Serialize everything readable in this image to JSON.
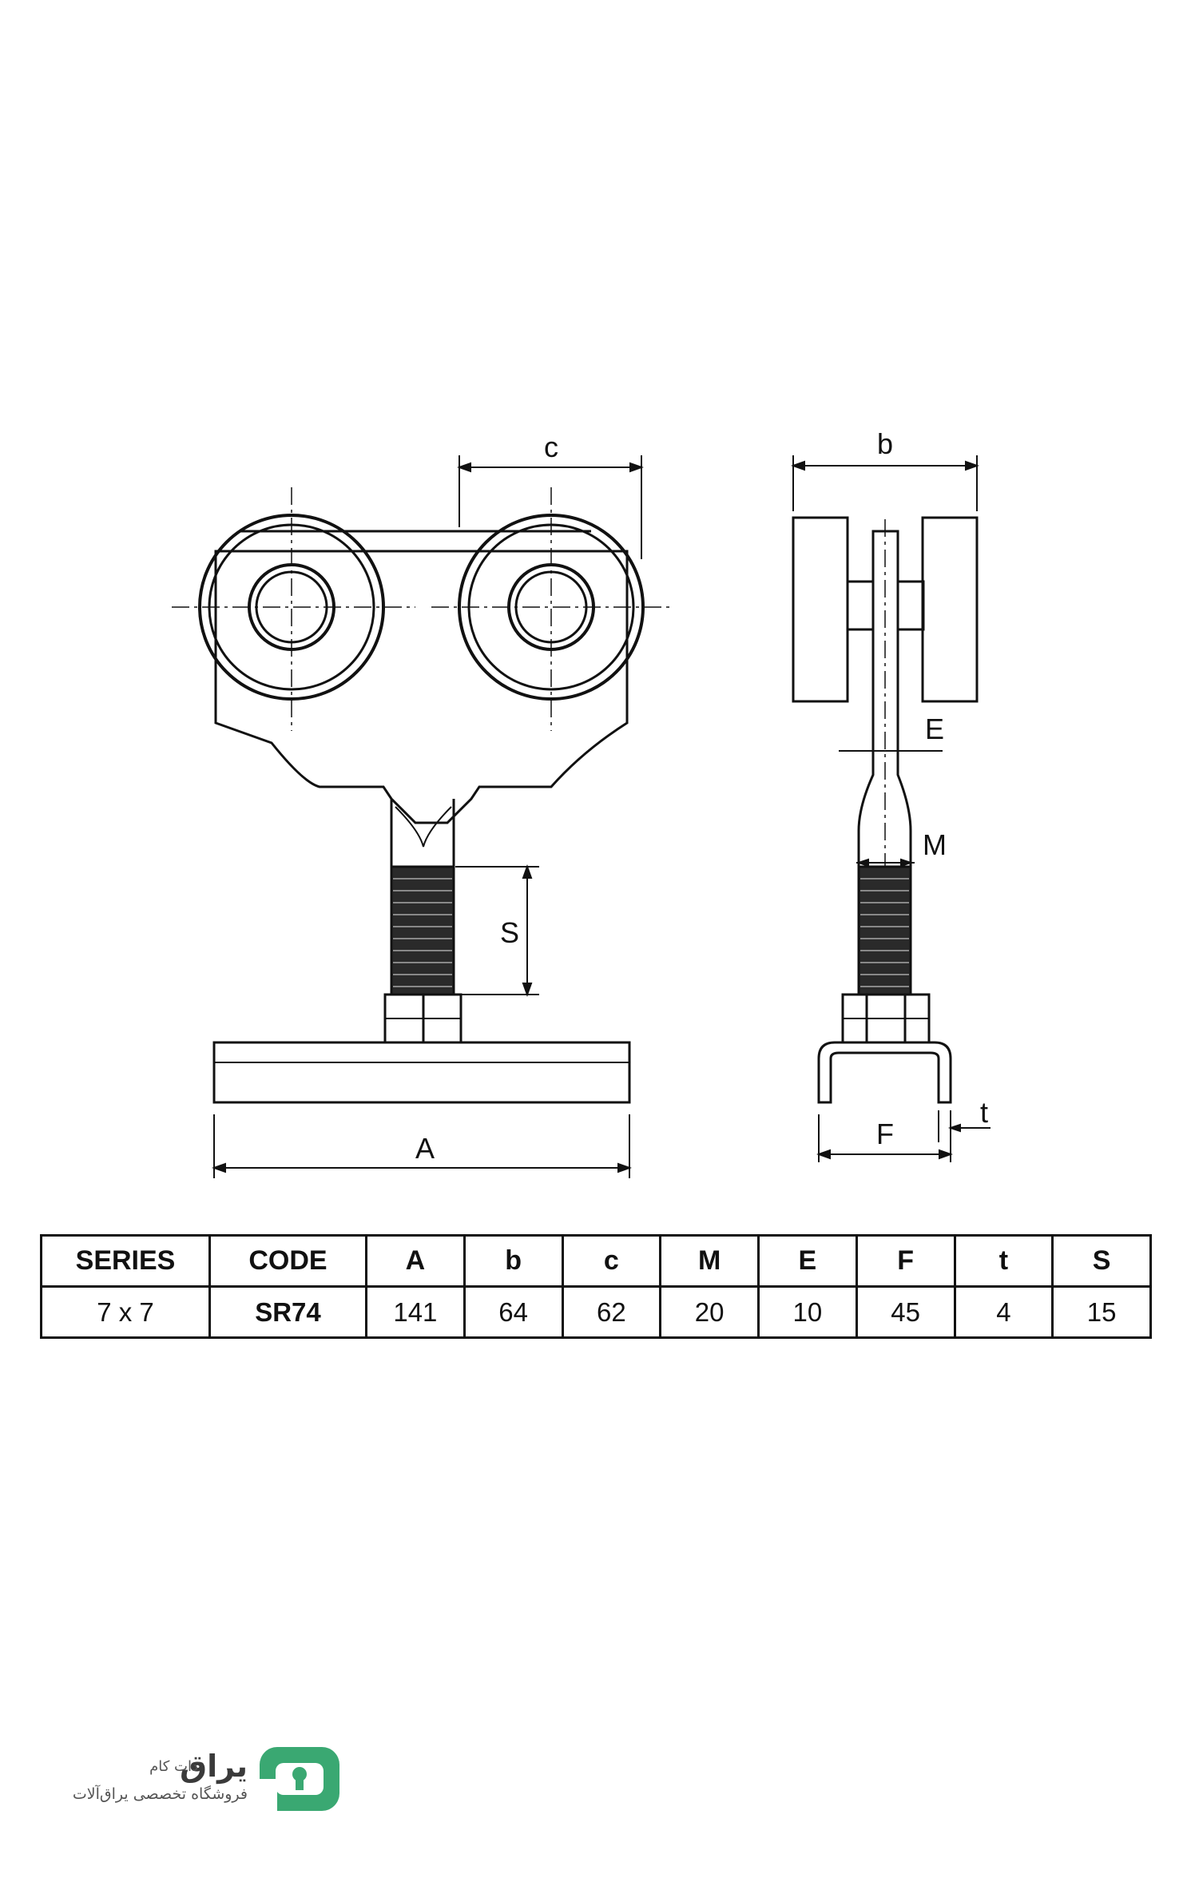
{
  "diagram": {
    "labels": {
      "c": "c",
      "b": "b",
      "E": "E",
      "M": "M",
      "S": "S",
      "A": "A",
      "F": "F",
      "t": "t"
    }
  },
  "table": {
    "headers": [
      "SERIES",
      "CODE",
      "A",
      "b",
      "c",
      "M",
      "E",
      "F",
      "t",
      "S"
    ],
    "rows": [
      [
        "7 x 7",
        "SR74",
        "141",
        "64",
        "62",
        "20",
        "10",
        "45",
        "4",
        "15"
      ]
    ]
  },
  "logo": {
    "brand": "یراق",
    "brand_sub": "دات کام",
    "tagline": "فروشگاه تخصصی یراق‌آلات",
    "colors": {
      "green": "#3aa872"
    },
    "icon": "keyhole-icon"
  }
}
